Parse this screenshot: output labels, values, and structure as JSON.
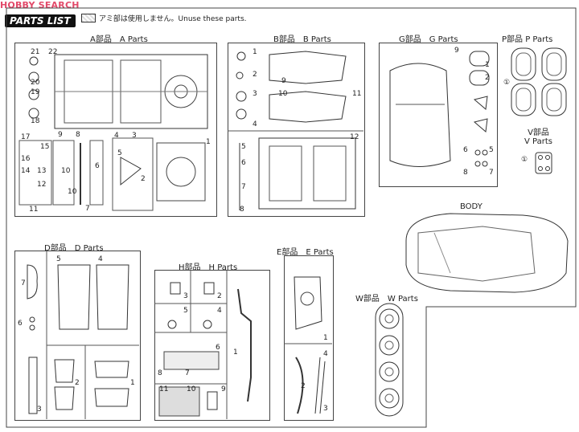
{
  "watermark": "HOBBY SEARCH",
  "title": "PARTS LIST",
  "legend_text": "アミ部は使用しません。Unuse these parts.",
  "runners": {
    "A": {
      "label": "A部品　A Parts",
      "numbers": [
        "21",
        "22",
        "20",
        "19",
        "18",
        "17",
        "15",
        "16",
        "14",
        "13",
        "12",
        "11",
        "10",
        "9",
        "8",
        "7",
        "6",
        "5",
        "4",
        "3",
        "2",
        "1",
        "10"
      ]
    },
    "B": {
      "label": "B部品　B Parts",
      "numbers": [
        "1",
        "2",
        "3",
        "4",
        "9",
        "10",
        "11",
        "12",
        "5",
        "6",
        "7",
        "8"
      ]
    },
    "G": {
      "label": "G部品　G Parts",
      "numbers": [
        "9",
        "1",
        "2",
        "6",
        "8",
        "5",
        "7"
      ]
    },
    "P": {
      "label": "P部品 P Parts",
      "number": "①"
    },
    "V": {
      "label": "V部品\nV Parts",
      "number": "①"
    },
    "BODY": {
      "label": "BODY"
    },
    "D": {
      "label": "D部品　D Parts",
      "numbers": [
        "7",
        "5",
        "4",
        "6",
        "3",
        "2",
        "1"
      ]
    },
    "H": {
      "label": "H部品　H Parts",
      "numbers": [
        "3",
        "2",
        "5",
        "4",
        "6",
        "1",
        "8",
        "7",
        "11",
        "10",
        "9"
      ]
    },
    "E": {
      "label": "E部品　E Parts",
      "numbers": [
        "1",
        "2",
        "4",
        "3"
      ]
    },
    "W": {
      "label": "W部品　W Parts"
    }
  }
}
